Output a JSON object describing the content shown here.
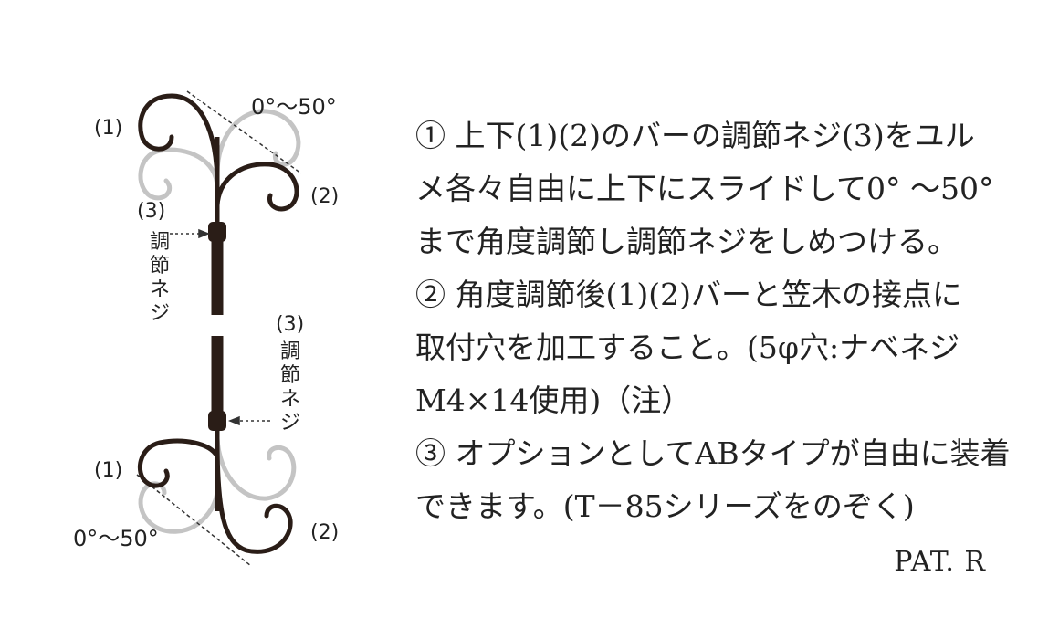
{
  "diagram": {
    "labels": {
      "bar1": "(1)",
      "bar2": "(2)",
      "screw_no": "(3)",
      "screw_name": [
        "調",
        "節",
        "ネ",
        "ジ"
      ],
      "angle": "0°～50°"
    },
    "colors": {
      "bar": "#2a1d17",
      "ghost": "#c4c4c4",
      "line": "#333333"
    }
  },
  "description": {
    "lines": [
      "① 上下(1)(2)のバーの調節ネジ(3)をユル",
      "メ各々自由に上下にスライドして0°  ～50°",
      "まで角度調節し調節ネジをしめつける。",
      "② 角度調節後(1)(2)バーと笠木の接点に",
      "取付穴を加工すること。(5φ穴:ナベネジ",
      "M4×14使用)（注）",
      "③ オプションとしてABタイプが自由に装着",
      "できます。(T－85シリーズをのぞく)"
    ]
  },
  "footer": {
    "mark": "PAT. R"
  }
}
